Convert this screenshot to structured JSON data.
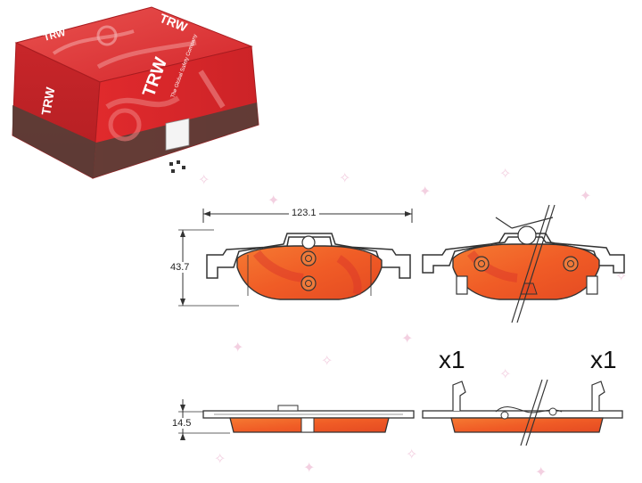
{
  "product_box": {
    "brand": "TRW",
    "brand_icon": "trw-logo",
    "side_text": "The Global Safety Company",
    "barcode_icon": "qr-code-icon",
    "colors": {
      "box_red": "#d9252b",
      "box_dark": "#4a3a34"
    }
  },
  "diagram": {
    "width_label": "123.1",
    "height_label": "43.7",
    "thickness_label": "14.5",
    "quantity_left": "x1",
    "quantity_right": "x1",
    "colors": {
      "pad_orange": "#f26a2a",
      "pad_red": "#e23a2a",
      "line": "#333333"
    }
  }
}
